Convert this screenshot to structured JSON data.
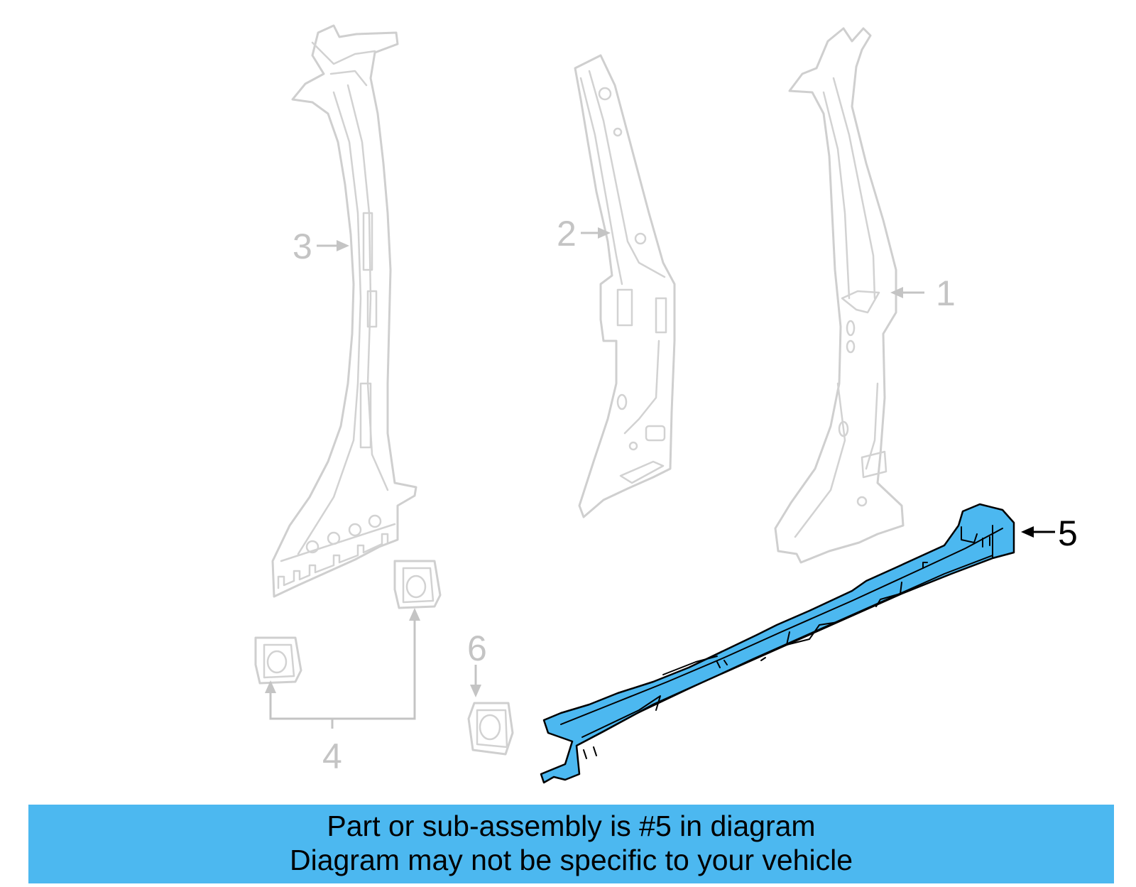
{
  "colors": {
    "highlight": "#4cb8f0",
    "ghost_stroke": "#cfcfcf",
    "callout_grey": "#c4c4c4",
    "callout_active": "#000000",
    "banner_background": "#4cb8f0"
  },
  "callouts": {
    "c1": "1",
    "c2": "2",
    "c3": "3",
    "c4": "4",
    "c5": "5",
    "c6": "6"
  },
  "highlighted_part": "5",
  "banner": {
    "line1": "Part or sub-assembly is #5 in diagram",
    "line2": "Diagram may not be specific to your vehicle"
  }
}
